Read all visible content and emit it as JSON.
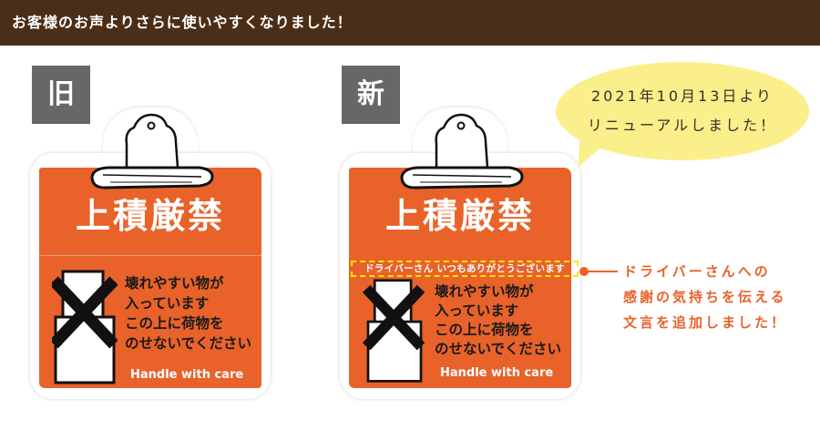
{
  "header": {
    "title": "お客様のお声よりさらに使いやすくなりました！",
    "background_color": "#4b2e17"
  },
  "old_label": {
    "badge": "旧",
    "title": "上積厳禁",
    "warning_lines": [
      "壊れやすい物が",
      "入っています",
      "この上に荷物を",
      "のせないでください"
    ],
    "english": "Handle with care",
    "icon": "clipboard-clip-icon"
  },
  "new_label": {
    "badge": "新",
    "title": "上積厳禁",
    "driver_message": "ドライバーさん いつもありがとうございます",
    "warning_lines": [
      "壊れやすい物が",
      "入っています",
      "この上に荷物を",
      "のせないでください"
    ],
    "english": "Handle with care",
    "icon": "clipboard-clip-icon"
  },
  "bubble": {
    "line1": "2021年10月13日より",
    "line2": "リニューアルしました！",
    "color": "#fbef8c"
  },
  "callout": {
    "line1": "ドライバーさんへの",
    "line2": "感謝の気持ちを伝える",
    "line3": "文言を追加しました！",
    "color": "#e8622a"
  },
  "colors": {
    "label_orange": "#e8622a",
    "badge_gray": "#676767",
    "dashed_highlight": "#ffe600"
  }
}
